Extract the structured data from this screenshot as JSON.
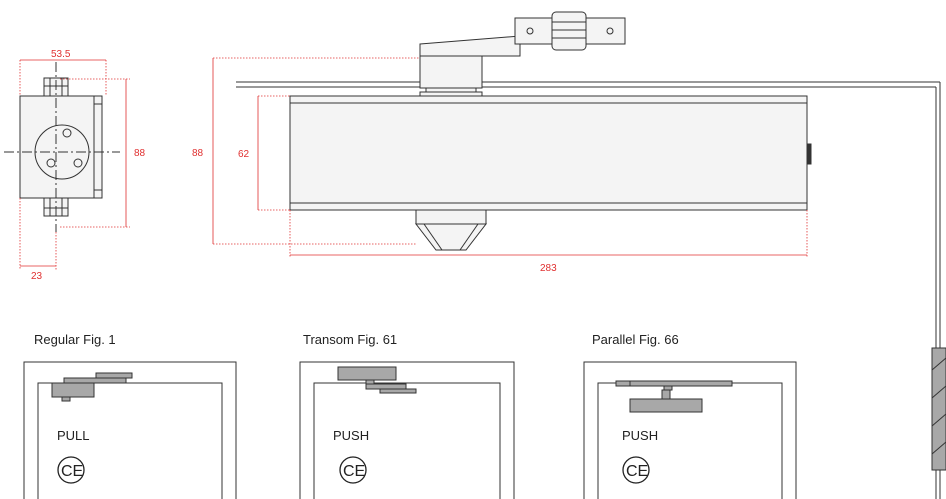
{
  "colors": {
    "line": "#333333",
    "dimension": "#e03030",
    "body_fill": "#f4f4f4",
    "part_fill": "#a8a8a8"
  },
  "dimensions": {
    "side_width": "53.5",
    "side_height": "88",
    "side_offset": "23",
    "front_total_height": "88",
    "front_body_height": "62",
    "front_length": "283"
  },
  "figures": [
    {
      "caption": "Regular Fig. 1",
      "door_label": "PULL",
      "mark": "CE"
    },
    {
      "caption": "Transom Fig. 61",
      "door_label": "PUSH",
      "mark": "CE"
    },
    {
      "caption": "Parallel Fig. 66",
      "door_label": "PUSH",
      "mark": "CE"
    }
  ]
}
